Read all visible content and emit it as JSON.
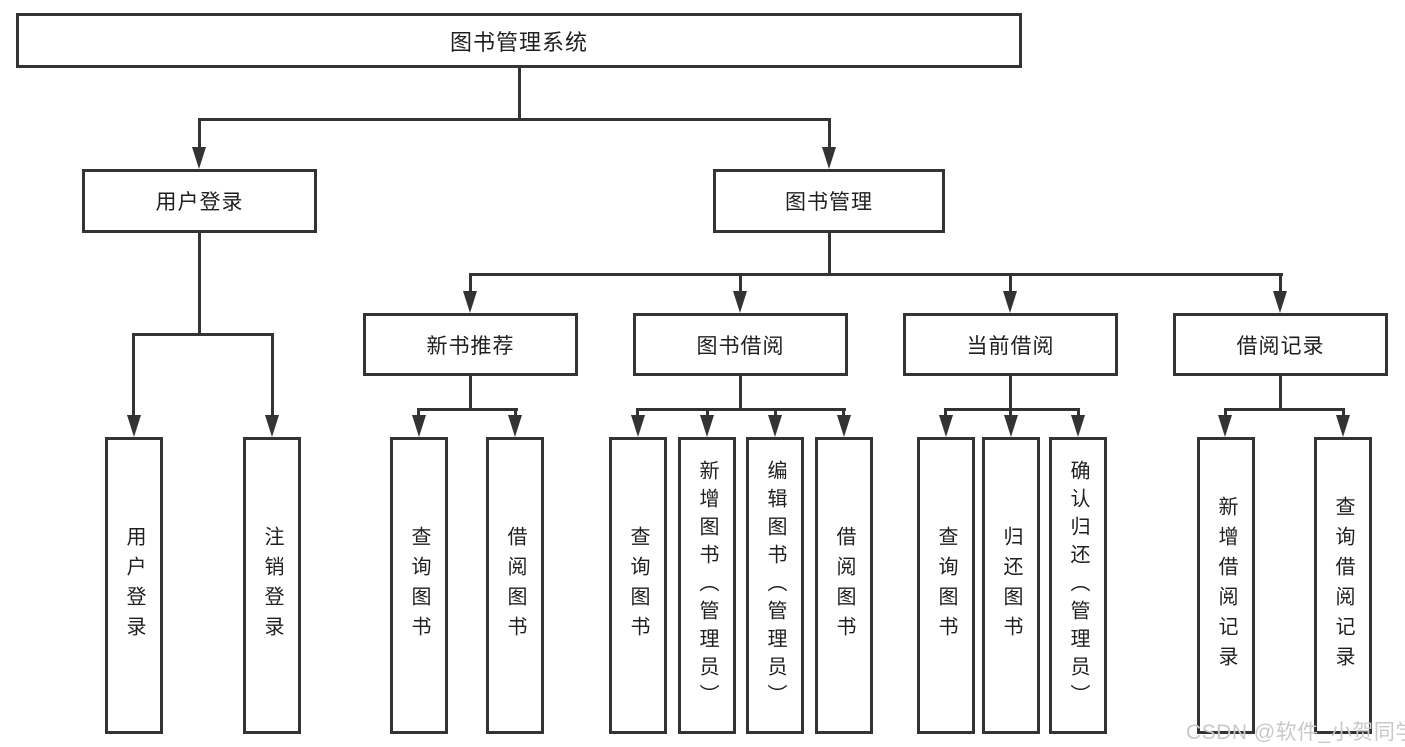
{
  "nodes": {
    "root": "图书管理系统",
    "user_login": "用户登录",
    "book_mgmt": "图书管理",
    "l3": [
      "新书推荐",
      "图书借阅",
      "当前借阅",
      "借阅记录"
    ],
    "leaves_user": [
      "用户登录",
      "注销登录"
    ],
    "leaves_newbook": [
      "查询图书",
      "借阅图书"
    ],
    "leaves_borrow": [
      "查询图书",
      "新增图书（管理员）",
      "编辑图书（管理员）",
      "借阅图书"
    ],
    "leaves_current": [
      "查询图书",
      "归还图书",
      "确认归还（管理员）"
    ],
    "leaves_record": [
      "新增借阅记录",
      "查询借阅记录"
    ]
  },
  "watermark": "CSDN @软件_小贺同学",
  "colors": {
    "line": "#333333",
    "text": "#1f1f1f",
    "watermark": "#c9c9c9",
    "background": "#ffffff"
  }
}
